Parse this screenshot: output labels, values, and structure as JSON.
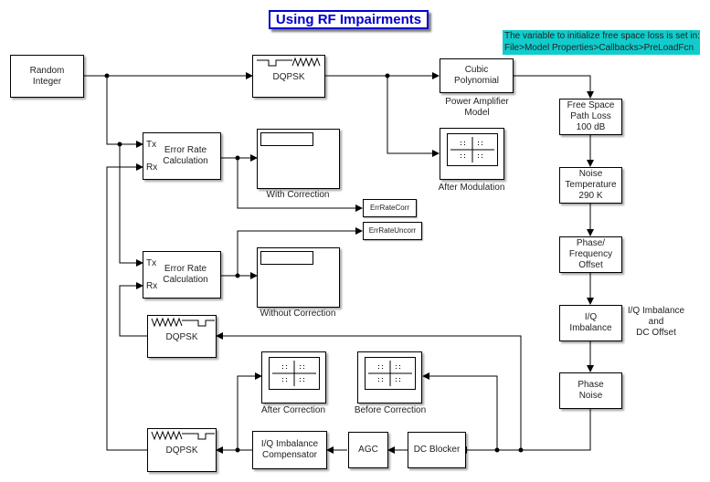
{
  "title": "Using RF Impairments",
  "note": {
    "line1": "The variable to initialize free space loss is set in:",
    "line2": "File>Model Properties>Callbacks>PreLoadFcn"
  },
  "colors": {
    "title_border": "#0000cc",
    "title_text": "#0000cc",
    "note_background": "#11cccc",
    "line": "#000000"
  },
  "blocks": {
    "random_integer": "Random\nInteger",
    "dqpsk_mod": "DQPSK",
    "cubic_polynomial": "Cubic\nPolynomial",
    "free_space_path_loss": "Free Space\nPath Loss\n100 dB",
    "noise_temperature": "Noise\nTemperature\n290 K",
    "phase_frequency_offset": "Phase/\nFrequency\nOffset",
    "iq_imbalance": "I/Q\nImbalance",
    "phase_noise": "Phase\nNoise",
    "dc_blocker": "DC Blocker",
    "agc": "AGC",
    "iq_imbalance_compensator": "I/Q Imbalance\nCompensator",
    "dqpsk_demod_corrected": "DQPSK",
    "dqpsk_demod_uncorrected": "DQPSK",
    "error_rate_corr": "Error Rate\nCalculation",
    "error_rate_uncorr": "Error Rate\nCalculation",
    "port_tx": "Tx",
    "port_rx": "Rx",
    "goto_corr": "ErrRateCorr",
    "goto_uncorr": "ErrRateUncorr"
  },
  "labels": {
    "power_amplifier": "Power Amplifier\nModel",
    "after_modulation": "After Modulation",
    "with_correction": "With Correction",
    "without_correction": "Without Correction",
    "iq_imbalance_dc": "I/Q Imbalance\nand\nDC Offset",
    "after_correction": "After Correction",
    "before_correction": "Before Correction"
  },
  "icons": {
    "modulator": "square-to-sine-wave-icon",
    "demodulator": "sine-to-square-wave-icon",
    "constellation": "constellation-diagram-icon",
    "display": "display-screen-icon"
  }
}
